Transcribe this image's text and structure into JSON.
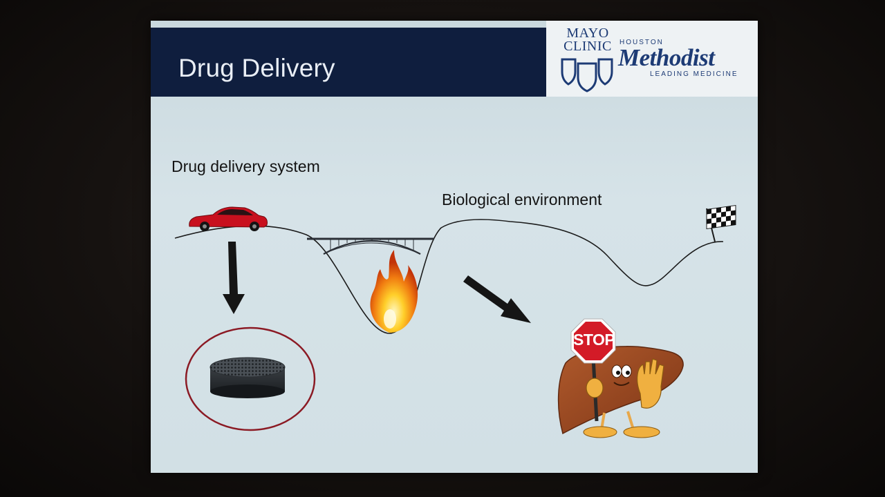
{
  "slide": {
    "title": "Drug Delivery",
    "label_system": "Drug delivery system",
    "label_environment": "Biological environment",
    "stop_sign_text": "STOP"
  },
  "logos": {
    "mayo_line1": "MAYO",
    "mayo_line2": "CLINIC",
    "houston": "HOUSTON",
    "methodist": "Methodist",
    "tagline": "LEADING MEDICINE"
  },
  "colors": {
    "title_bar": "#0f1e3e",
    "logo_blue": "#1d3b75",
    "slide_background": "#cfdde2",
    "circle_outline": "#8b1a24",
    "car_red": "#c8101e",
    "stop_red": "#d31b27",
    "liver_brown": "#9a4a22"
  },
  "icons": [
    "car-icon",
    "bridge-icon",
    "fire-icon",
    "checkered-flag-icon",
    "nanoparticle-disc-icon",
    "stop-sign-icon",
    "liver-cartoon-icon",
    "down-arrow-icon",
    "diagonal-arrow-icon",
    "mayo-shield-icon"
  ]
}
